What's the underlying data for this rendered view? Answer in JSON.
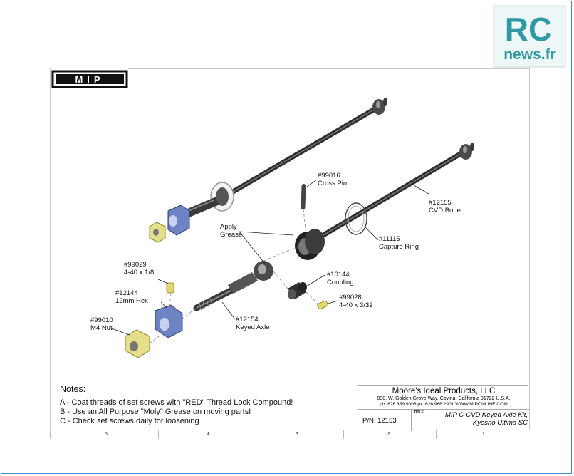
{
  "logos": {
    "rc_line1": "RC",
    "rc_line2": "news.fr",
    "mip": "MIP"
  },
  "callouts": {
    "p99016": {
      "num": "#99016",
      "name": "Cross Pin"
    },
    "p12155": {
      "num": "#12155",
      "name": "CVD Bone"
    },
    "grease": {
      "line1": "Apply",
      "line2": "Grease"
    },
    "p11115": {
      "num": "#11115",
      "name": "Capture Ring"
    },
    "p99029": {
      "num": "#99029",
      "name": "4-40 x 1/8"
    },
    "p10144": {
      "num": "#10144",
      "name": "Coupling"
    },
    "p12144": {
      "num": "#12144",
      "name": "12mm Hex"
    },
    "p99028": {
      "num": "#99028",
      "name": "4-40 x 3/32"
    },
    "p12154": {
      "num": "#12154",
      "name": "Keyed Axle"
    },
    "p99010": {
      "num": "#99010",
      "name": "M4 Nut"
    }
  },
  "notes": {
    "title": "Notes:",
    "a": "A - Coat threads of set screws with \"RED\" Thread Lock Compound!",
    "b": "B - Use an All Purpose \"Moly\" Grease on moving parts!",
    "c": "C - Check set screws daily for loosening"
  },
  "title_block": {
    "company": "Moore's Ideal Products, LLC",
    "address": "830. W. Golden Grove Way, Covina, California 91722 U.S.A.",
    "phone": "ph: 626.339.9008  px: 626.966.2901  WWW.MIPONLINE.COM",
    "part_number": "P/N: 12153",
    "title_label": "TITLE:",
    "title_line1": "MIP C-CVD Keyed Axle Kit,",
    "title_line2": "Kyosho Ultima SC"
  },
  "zones": [
    "5",
    "4",
    "3",
    "2",
    "1"
  ],
  "colors": {
    "frame_border": "#3f8fd6",
    "rc_teal": "#2f9aa3",
    "part_blue": "#6d83c4",
    "brass": "#d8cf63",
    "shaft_dark": "#3a3a3a"
  }
}
